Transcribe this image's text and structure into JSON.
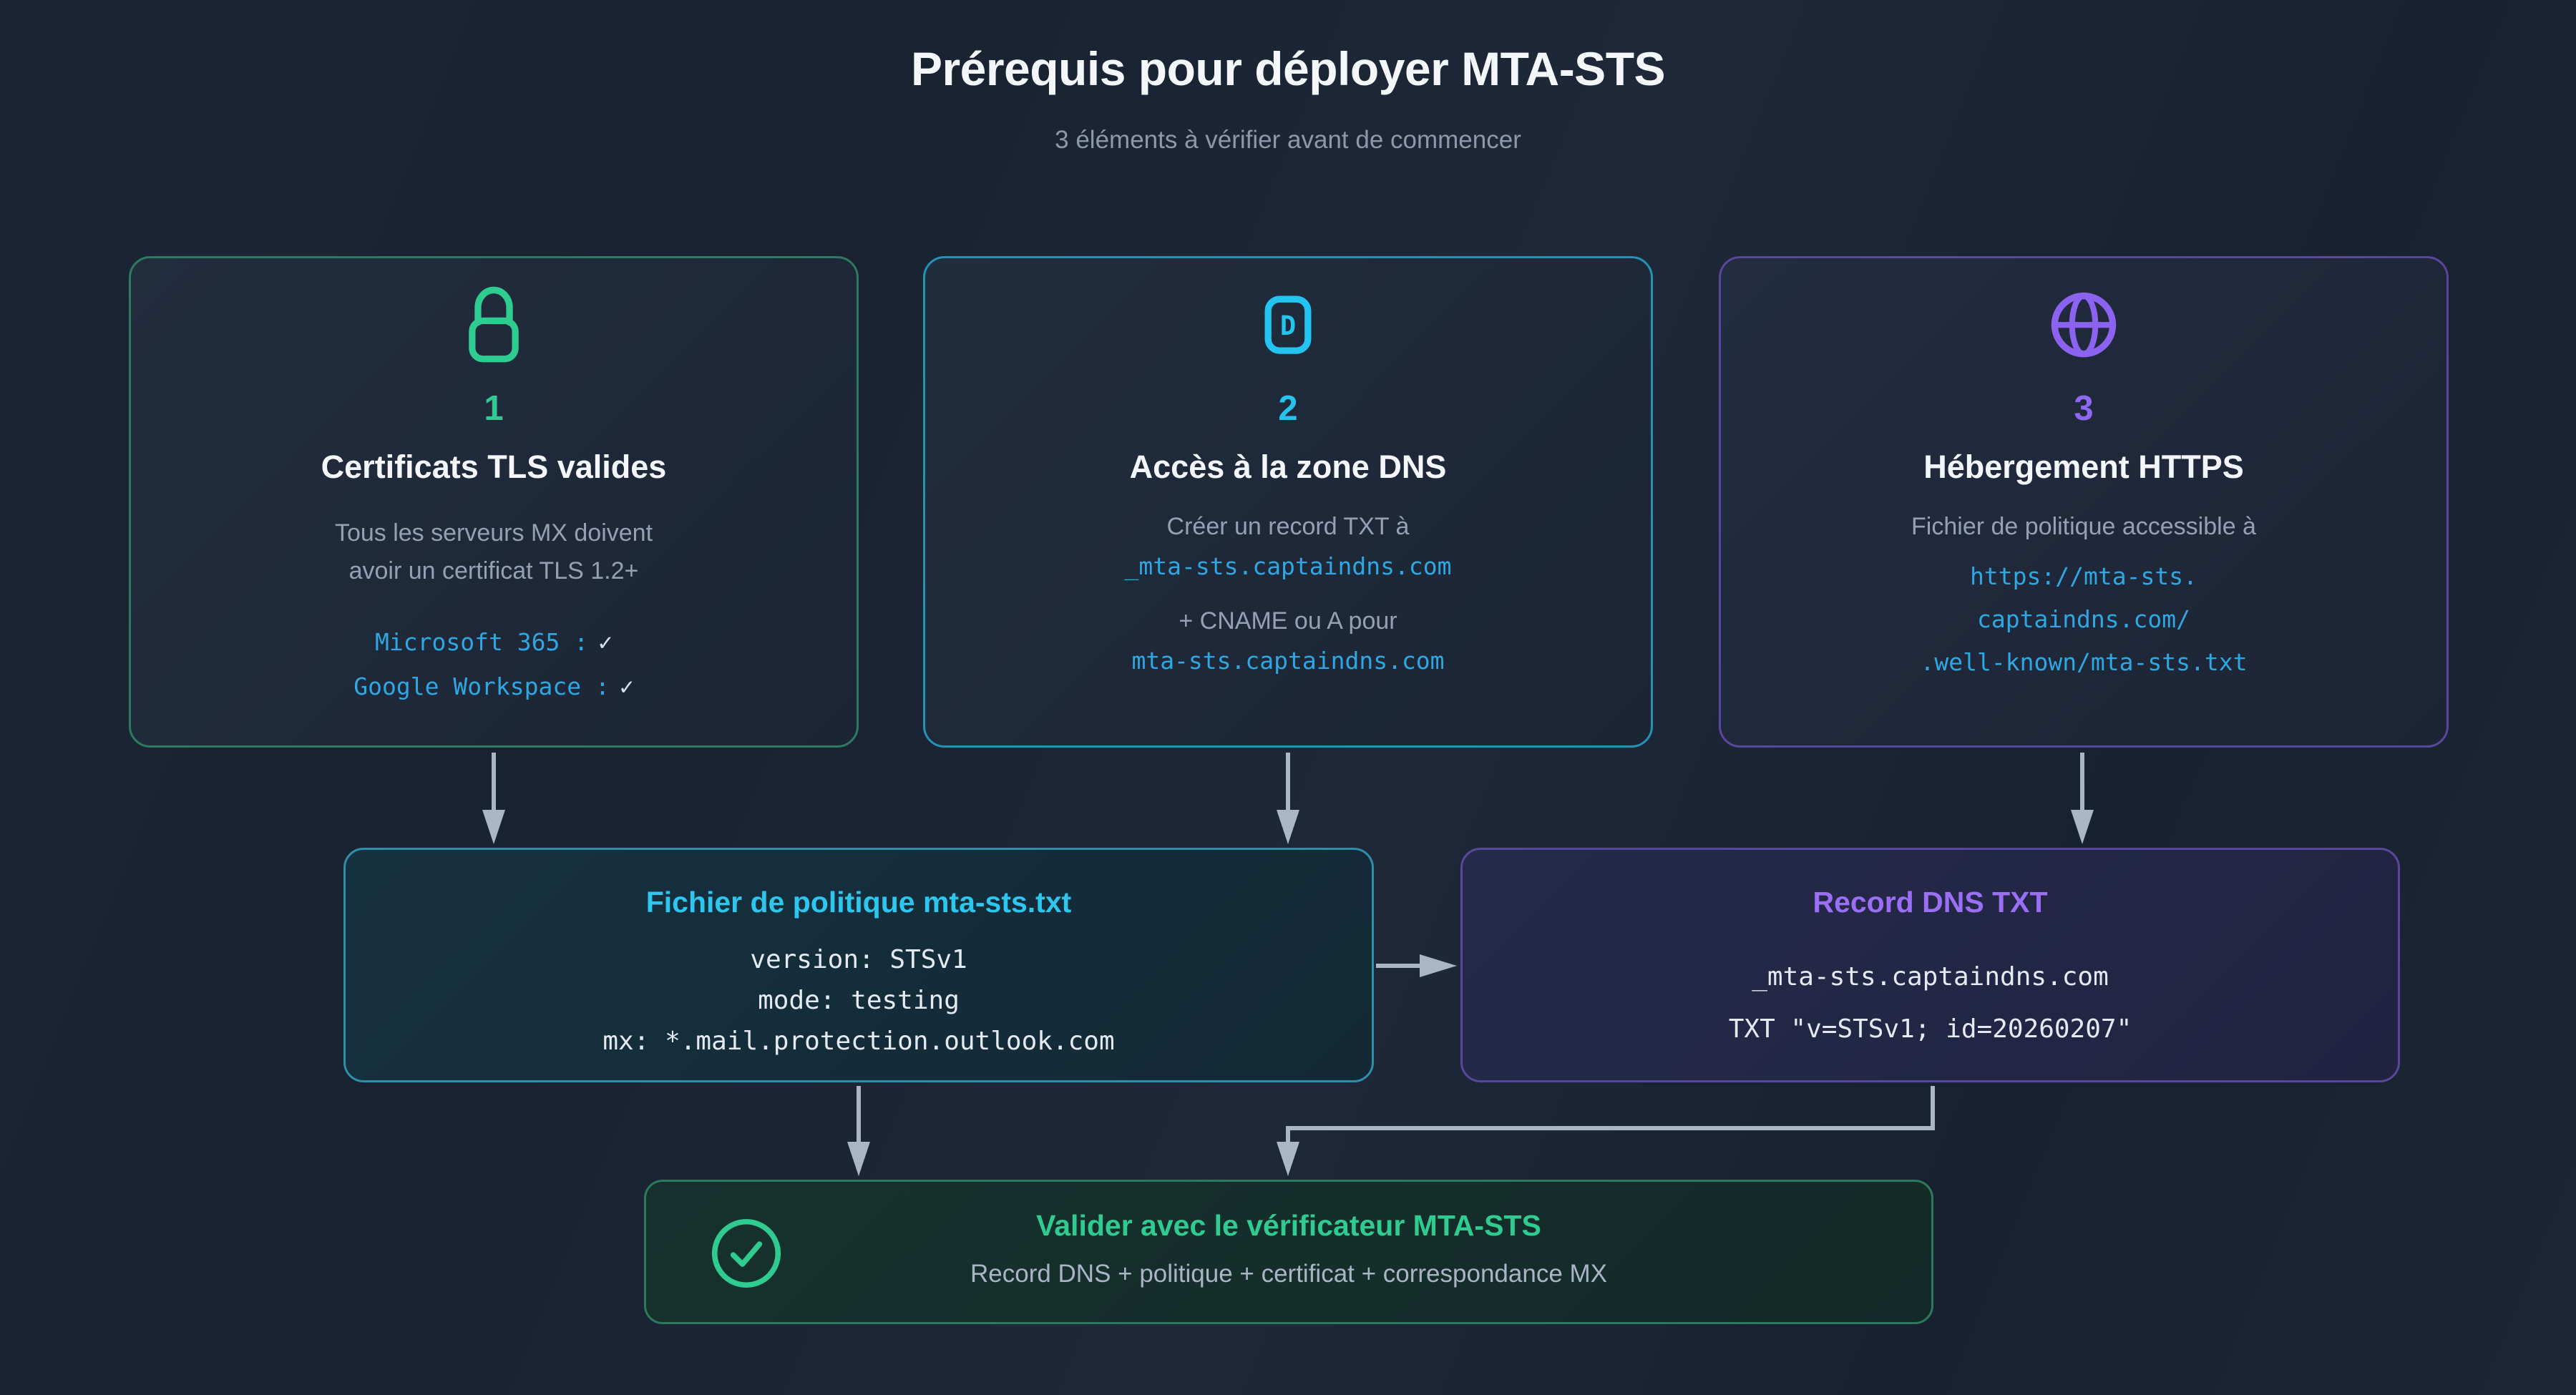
{
  "header": {
    "title": "Prérequis pour déployer MTA-STS",
    "subtitle": "3 éléments à vérifier avant de commencer"
  },
  "cards": [
    {
      "icon": "lock-icon",
      "number": "1",
      "title": "Certificats TLS valides",
      "description": [
        "Tous les serveurs MX doivent",
        "avoir un certificat TLS 1.2+"
      ],
      "code": [
        {
          "label": "Microsoft 365 :",
          "check": "✓"
        },
        {
          "label": "Google Workspace :",
          "check": "✓"
        }
      ]
    },
    {
      "icon": "dns-icon",
      "icon_letter": "D",
      "number": "2",
      "title": "Accès à la zone DNS",
      "description_top": "Créer un record TXT à",
      "code_top": "_mta-sts.captaindns.com",
      "description_bottom": "+ CNAME ou A pour",
      "code_bottom": "mta-sts.captaindns.com"
    },
    {
      "icon": "globe-icon",
      "number": "3",
      "title": "Hébergement HTTPS",
      "description": "Fichier de politique accessible à",
      "code": [
        "https://mta-sts.",
        "captaindns.com/",
        ".well-known/mta-sts.txt"
      ]
    }
  ],
  "policy_box": {
    "title": "Fichier de politique mta-sts.txt",
    "code": [
      "version: STSv1",
      "mode: testing",
      "mx: *.mail.protection.outlook.com"
    ]
  },
  "record_box": {
    "title": "Record DNS TXT",
    "code": [
      "_mta-sts.captaindns.com",
      "TXT \"v=STSv1; id=20260207\""
    ]
  },
  "validation_box": {
    "icon": "check-circle-icon",
    "title": "Valider avec le vérificateur MTA-STS",
    "subtitle": "Record DNS + politique + certificat + correspondance MX"
  },
  "colors": {
    "background": "#1a2331",
    "accent_green": "#2fcb90",
    "accent_cyan": "#27c3ec",
    "accent_purple": "#8f67f2",
    "code_blue": "#2fa7e2",
    "mono_light": "#e3eaf1",
    "text_primary": "#f4f7fa",
    "text_secondary": "#95a1b3",
    "arrow": "#a8b6c6"
  }
}
